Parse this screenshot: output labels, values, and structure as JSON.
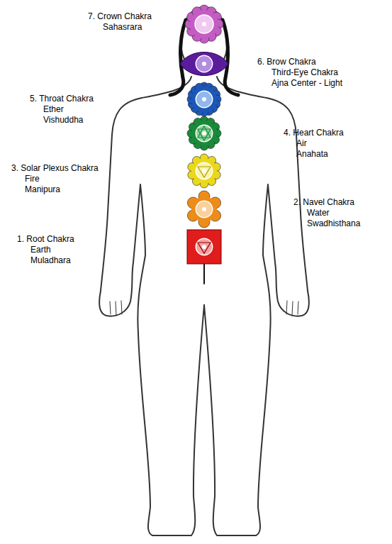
{
  "diagram": {
    "labels": [
      "7. Crown Chakra",
      "Sahasrara",
      "6. Brow Chakra",
      "Third-Eye Chakra",
      "Ajna Center - Light",
      "5. Throat Chakra",
      "Ether",
      "Vishuddha",
      "4. Heart Chakra",
      "Air",
      "Anahata",
      "3. Solar Plexus Chakra",
      "Fire",
      "Manipura",
      "2. Navel Chakra",
      "Water",
      "Swadhisthana",
      "1. Root Chakra",
      "Earth",
      "Muladhara"
    ]
  }
}
